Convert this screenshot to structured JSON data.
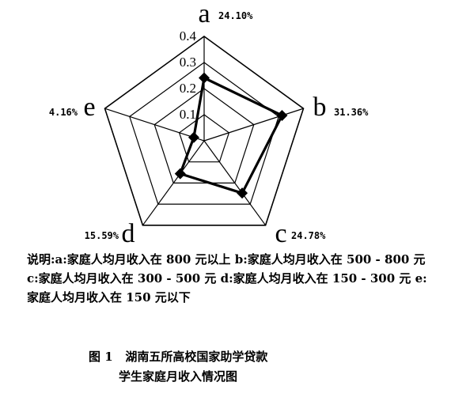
{
  "chart_data": {
    "type": "radar",
    "rmax": 0.4,
    "ticks": [
      0.1,
      0.2,
      0.3,
      0.4
    ],
    "tick_labels": [
      "0.1",
      "0.2",
      "0.3",
      "0.4"
    ],
    "axes": [
      {
        "label": "a",
        "value": 0.241,
        "value_label": "24.10%"
      },
      {
        "label": "b",
        "value": 0.3136,
        "value_label": "31.36%"
      },
      {
        "label": "c",
        "value": 0.2478,
        "value_label": "24.78%"
      },
      {
        "label": "d",
        "value": 0.1559,
        "value_label": "15.59%"
      },
      {
        "label": "e",
        "value": 0.0416,
        "value_label": "4.16%"
      }
    ]
  },
  "note": "说明:a:家庭人均月收入在 800 元以上 b:家庭人均月收入在 500 - 800 元 c:家庭人均月收入在 300 - 500 元 d:家庭人均月收入在 150 - 300 元 e:家庭人均月收入在 150 元以下",
  "caption": {
    "line1": "图 1   湖南五所高校国家助学贷款",
    "line2": "学生家庭月收入情况图"
  }
}
